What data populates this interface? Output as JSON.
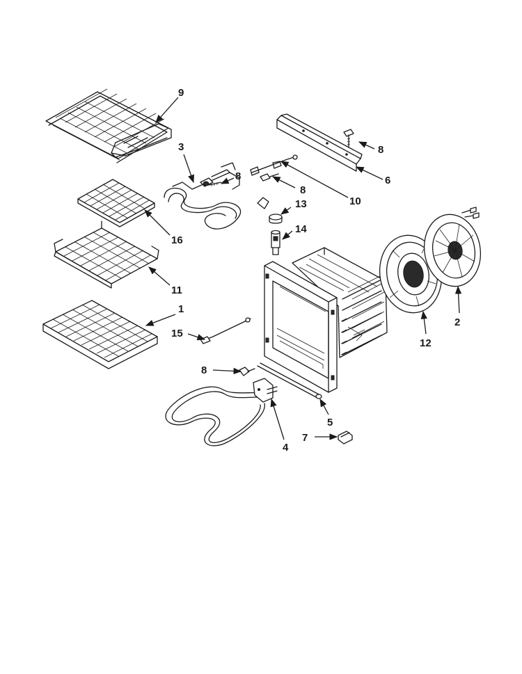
{
  "callouts": {
    "rack_9": "9",
    "bracket_8_top": "8",
    "bracket_6": "6",
    "element_3": "3",
    "screw_8_element": "8",
    "wire_10": "10",
    "screw_8_mid": "8",
    "cap_13": "13",
    "sensor_14": "14",
    "rack_16": "16",
    "rack_11": "11",
    "rack_1": "1",
    "probe_15": "15",
    "screw_8_lower": "8",
    "element_4": "4",
    "tube_5": "5",
    "clip_7": "7",
    "cover_12": "12",
    "fan_2": "2"
  }
}
